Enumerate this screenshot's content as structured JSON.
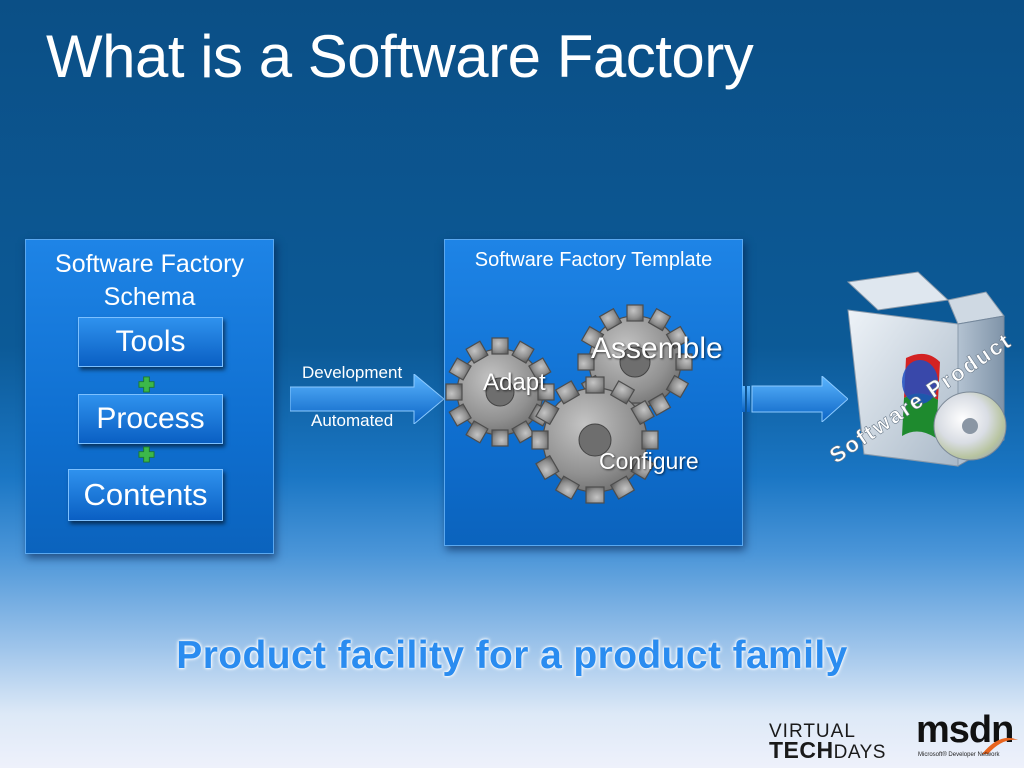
{
  "title": "What is a Software Factory",
  "schema_panel": {
    "title": "Software Factory Schema",
    "items": [
      "Tools",
      "Process",
      "Contents"
    ]
  },
  "arrow": {
    "top_label": "Development",
    "bottom_label": "Automated"
  },
  "template_panel": {
    "title": "Software Factory Template",
    "gears": [
      "Adapt",
      "Assemble",
      "Configure"
    ]
  },
  "product": {
    "label": "Software Product"
  },
  "tagline": "Product facility for a product family",
  "logos": {
    "virtual_techdays": {
      "line1": "VIRTUAL",
      "line2_bold": "TECH",
      "line2_rest": "DAYS"
    },
    "msdn": {
      "word": "msdn",
      "subtitle": "Microsoft® Developer Network"
    }
  },
  "colors": {
    "panel_blue": "#1479dc",
    "tagline_blue": "#2a8cf0",
    "plus_green": "#3cb84a",
    "gear_gray": "#8e8e8e",
    "msdn_orange": "#e8641e"
  },
  "icons": [
    "plus-icon",
    "gear-icon",
    "software-box-icon",
    "cd-icon",
    "right-arrow-icon"
  ]
}
